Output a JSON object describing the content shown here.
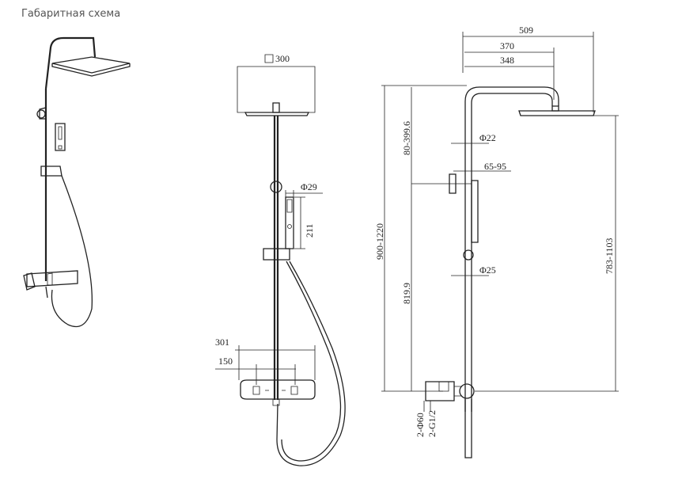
{
  "title": "Габаритная схема",
  "dimensions": {
    "head_square": "300",
    "hand_diameter": "29",
    "hand_length": "211",
    "mixer_width": "301",
    "mixer_centers": "150",
    "arm_length": "509",
    "arm_370": "370",
    "arm_348": "348",
    "pipe_upper_diameter": "22",
    "slide_offset": "65-95",
    "pipe_lower_diameter": "25",
    "total_height": "900-1220",
    "upper_section": "80-399.6",
    "lower_section": "819.9",
    "head_height": "783-1103",
    "inlet_diameter": "2-Φ60",
    "inlet_thread": "2-G1/2"
  }
}
